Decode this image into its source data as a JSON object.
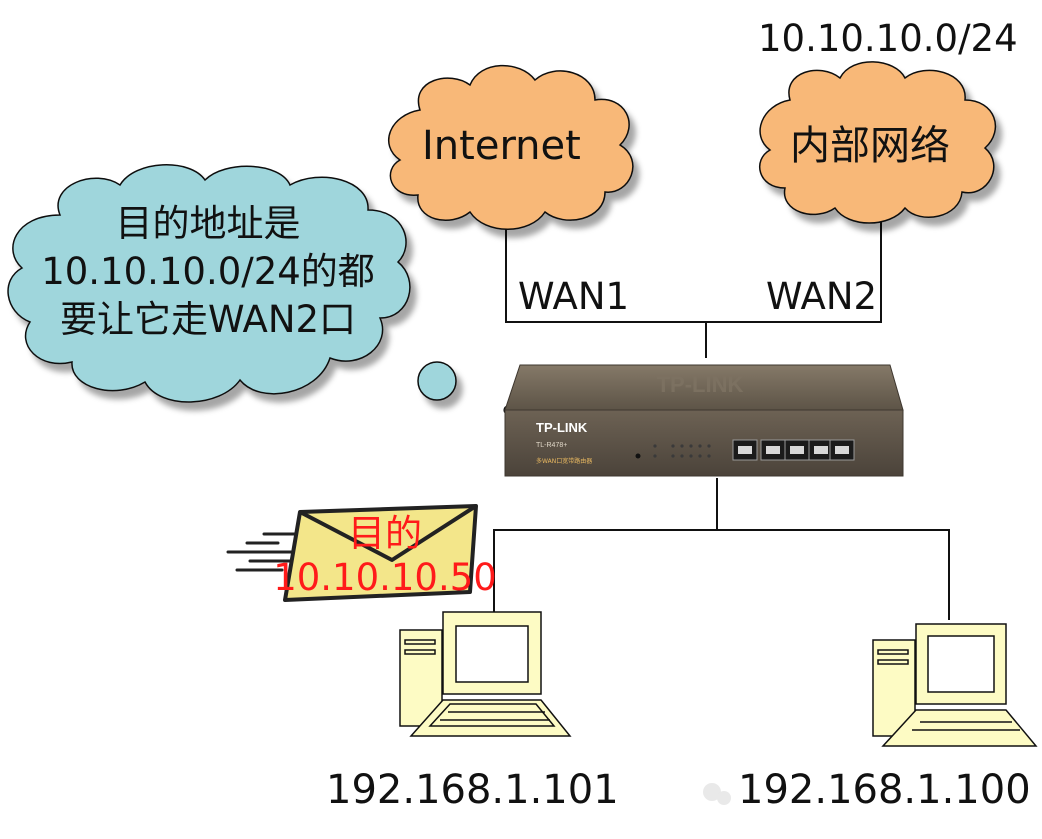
{
  "diagram": {
    "subnet_label": "10.10.10.0/24",
    "internet_cloud": {
      "label": "Internet"
    },
    "intranet_cloud": {
      "label": "内部网络"
    },
    "wan1_label": "WAN1",
    "wan2_label": "WAN2",
    "thought_bubble": {
      "lines": [
        "目的地址是",
        "10.10.10.0/24的都",
        "要让它走WAN2口"
      ]
    },
    "router": {
      "brand": "TP-LINK",
      "model": "TL-R478+",
      "subtitle": "多WAN口宽带路由器"
    },
    "envelope": {
      "lines": [
        "目的",
        "10.10.10.50"
      ]
    },
    "pc_left": {
      "ip": "192.168.1.101"
    },
    "pc_right": {
      "ip": "192.168.1.100"
    },
    "colors": {
      "cloud_fill": "#f8b878",
      "bubble_fill": "#9fd6dc",
      "line": "#111111",
      "envelope_fill": "#f3e68a",
      "envelope_text": "#ff1a1a",
      "pc_fill": "#fdfbc4",
      "router_body": "#6f6456"
    }
  }
}
